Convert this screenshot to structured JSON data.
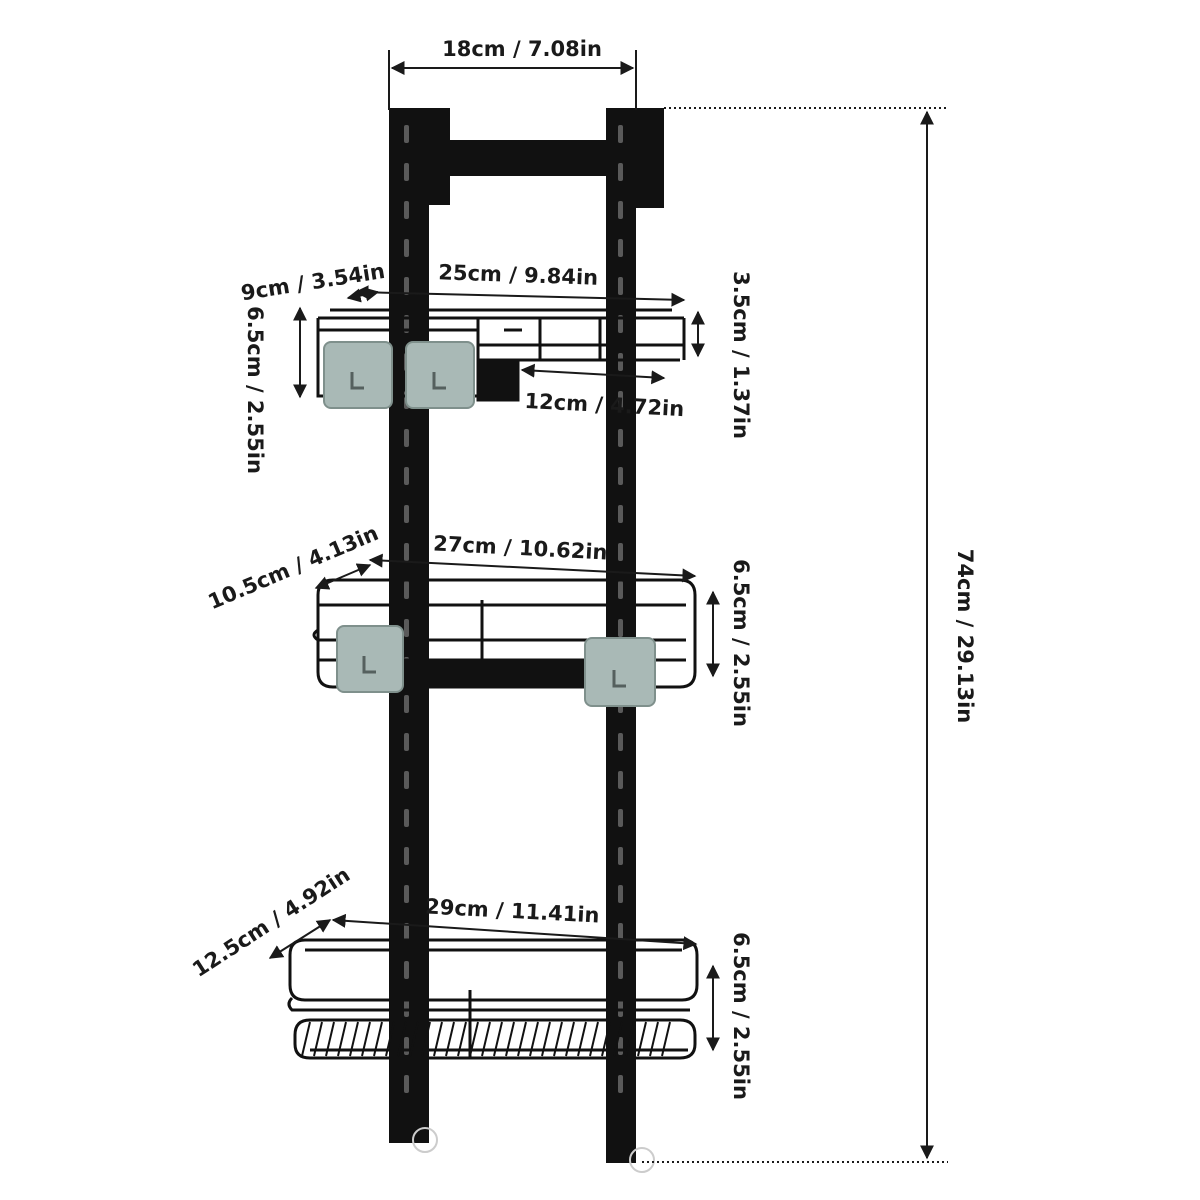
{
  "dimensions": {
    "top_width": "18cm / 7.08in",
    "total_height": "74cm / 29.13in",
    "shelf1": {
      "depth": "9cm / 3.54in",
      "width": "25cm / 9.84in",
      "height": "6.5cm / 2.55in",
      "lip_height": "3.5cm / 1.37in",
      "tray_width": "12cm / 4.72in"
    },
    "shelf2": {
      "depth": "10.5cm / 4.13in",
      "width": "27cm / 10.62in",
      "height": "6.5cm / 2.55in"
    },
    "shelf3": {
      "depth": "12.5cm / 4.92in",
      "width": "29cm / 11.41in",
      "height": "6.5cm / 2.55in"
    }
  },
  "colors": {
    "frame": "#111111",
    "hook": "#a9b9b6",
    "line": "#1a1a1a"
  }
}
